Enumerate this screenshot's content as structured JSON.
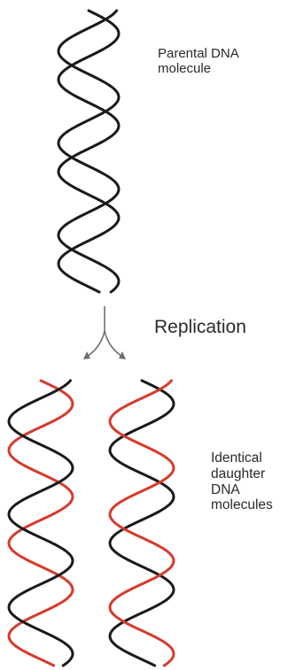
{
  "labels": {
    "parental": [
      "Parental DNA",
      "molecule"
    ],
    "replication": "Replication",
    "daughter": [
      "Identical",
      "daughter",
      "DNA",
      "molecules"
    ]
  },
  "colors": {
    "old_strand": "#1a1a1a",
    "new_strand": "#d63b2c",
    "arrow": "#6e6e6e"
  },
  "molecules": [
    {
      "name": "parental",
      "strand_colors": [
        "old_strand",
        "old_strand"
      ]
    },
    {
      "name": "daughter-left",
      "strand_colors": [
        "new_strand",
        "old_strand"
      ]
    },
    {
      "name": "daughter-right",
      "strand_colors": [
        "old_strand",
        "new_strand"
      ]
    }
  ]
}
